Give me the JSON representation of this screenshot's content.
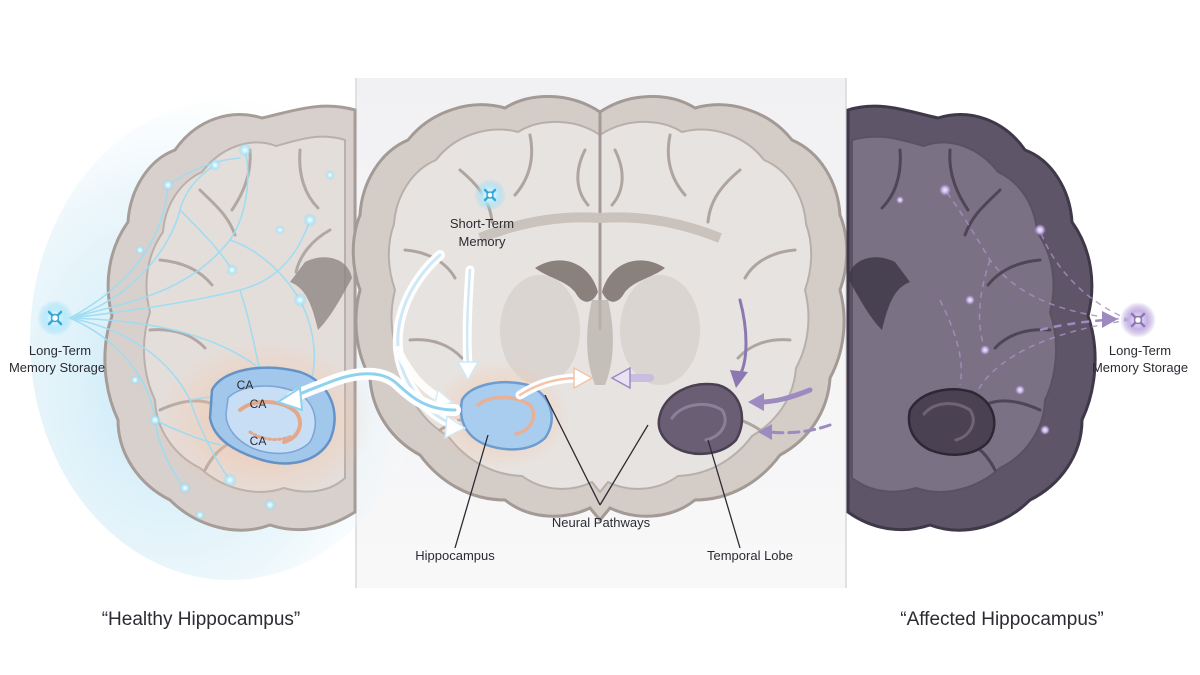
{
  "labels": {
    "short_term_memory": [
      "Short-Term",
      "Memory"
    ],
    "long_term_left": [
      "Long-Term",
      "Memory Storage"
    ],
    "long_term_right": [
      "Long-Term",
      "Memory Storage"
    ],
    "ca_1": "CA",
    "ca_2": "CA",
    "ca_3": "CA",
    "hippocampus": "Hippocampus",
    "neural_pathways": "Neural Pathways",
    "temporal_lobe": "Temporal Lobe",
    "caption_healthy": "“Healthy Hippocampus”",
    "caption_affected": "“Affected Hippocampus”"
  },
  "colors": {
    "healthy_glow": "#7fd3f0",
    "healthy_warm": "#f6c3a2",
    "hippocampus_blue": "#8fb8e8",
    "affected_purple": "#8c78b0",
    "affected_tissue": "#5e5568",
    "tissue_light": "#dcd7d2",
    "tissue_mid": "#cbc4bf"
  },
  "icons": [
    "memory-node-icon-short-term",
    "memory-node-icon-long-term-left",
    "memory-node-icon-long-term-right"
  ]
}
